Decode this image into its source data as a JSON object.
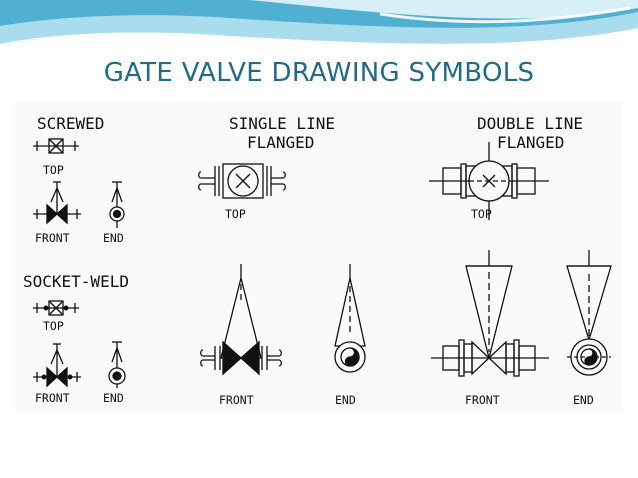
{
  "slide": {
    "title": "GATE VALVE DRAWING SYMBOLS",
    "accent_color": "#1f6b8a",
    "banner_colors": [
      "#7ecbe3",
      "#3aa3c8",
      "#dff2f8"
    ]
  },
  "labels": {
    "screwed": "SCREWED",
    "socket_weld": "SOCKET-WELD",
    "single_line_1": "SINGLE LINE",
    "single_line_2": "FLANGED",
    "double_line_1": "DOUBLE LINE",
    "double_line_2": "FLANGED",
    "top": "TOP",
    "front": "FRONT",
    "end": "END"
  }
}
